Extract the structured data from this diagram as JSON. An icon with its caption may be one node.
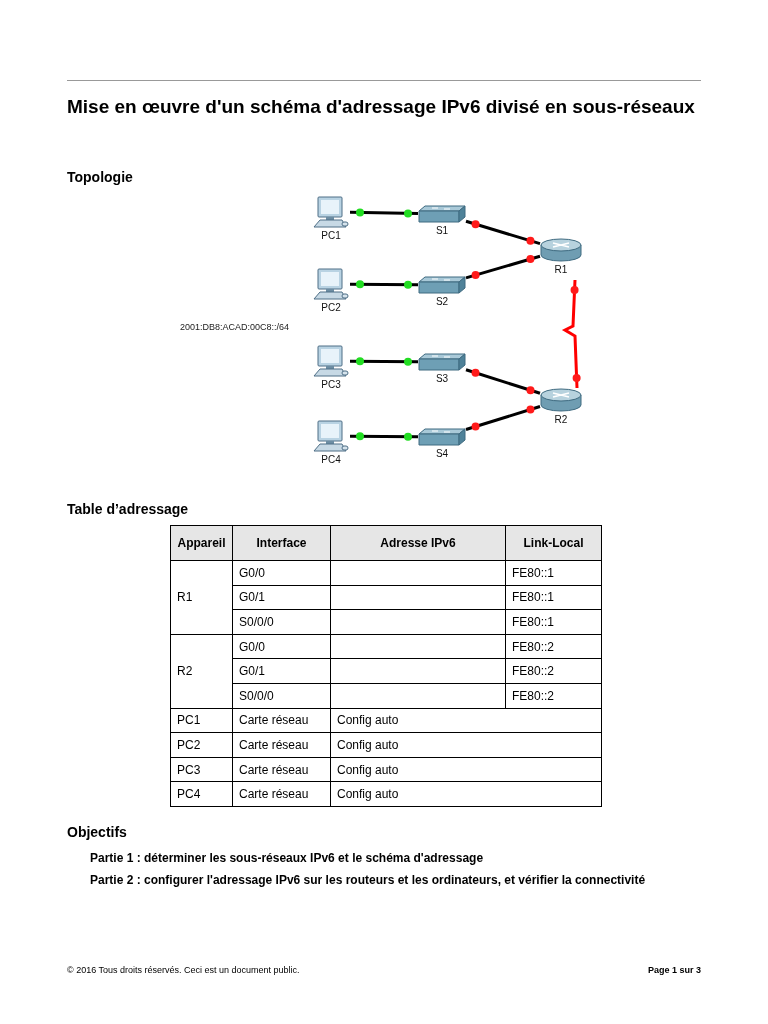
{
  "diagram": {
    "title": "Mise en œuvre d'un schéma d'adressage IPv6 divisé en sous-réseaux",
    "nodes": [
      {
        "text": [
          "PC1"
        ]
      },
      {
        "text": [
          "S1"
        ]
      },
      {
        "text": [
          "R1"
        ]
      },
      {
        "text": [
          "PC2"
        ]
      },
      {
        "text": [
          "S2"
        ]
      },
      {
        "text": [
          "PC3"
        ]
      },
      {
        "text": [
          "S3"
        ]
      },
      {
        "text": [
          "R2"
        ]
      },
      {
        "text": [
          "PC4"
        ]
      },
      {
        "text": [
          "S4"
        ]
      }
    ],
    "edges": [
      {
        "from": 0,
        "to": 1,
        "arrow": "none"
      },
      {
        "from": 1,
        "to": 2,
        "arrow": "none"
      },
      {
        "from": 3,
        "to": 4,
        "arrow": "none"
      },
      {
        "from": 4,
        "to": 2,
        "arrow": "none"
      },
      {
        "from": 2,
        "to": 7,
        "arrow": "none",
        "color": "#ff0000"
      },
      {
        "from": 5,
        "to": 6,
        "arrow": "none"
      },
      {
        "from": 6,
        "to": 7,
        "arrow": "none"
      },
      {
        "from": 8,
        "to": 9,
        "arrow": "none"
      },
      {
        "from": 9,
        "to": 7,
        "arrow": "none"
      }
    ],
    "labels": [
      "Topologie",
      "2001:DB8:ACAD:00C8::/64",
      "Table d’adressage",
      "Appareil",
      "Interface",
      "Adresse IPv6",
      "Link-Local",
      "R1",
      "G0/0",
      "FE80::1",
      "G0/1",
      "FE80::1",
      "S0/0/0",
      "FE80::1",
      "R2",
      "G0/0",
      "FE80::2",
      "G0/1",
      "FE80::2",
      "S0/0/0",
      "FE80::2",
      "PC1",
      "Carte réseau",
      "Config auto",
      "PC2",
      "Carte réseau",
      "Config auto",
      "PC3",
      "Carte réseau",
      "Config auto",
      "PC4",
      "Carte réseau",
      "Config auto",
      "Objectifs",
      "Partie 1 : déterminer les sous-réseaux IPv6 et le schéma d'adressage",
      "Partie 2 : configurer l'adressage IPv6 sur les routeurs et les ordinateurs, et vérifier la connectivité",
      "© 2016 Tous droits réservés. Ceci est un document public.",
      "Page 1 sur 3"
    ]
  }
}
